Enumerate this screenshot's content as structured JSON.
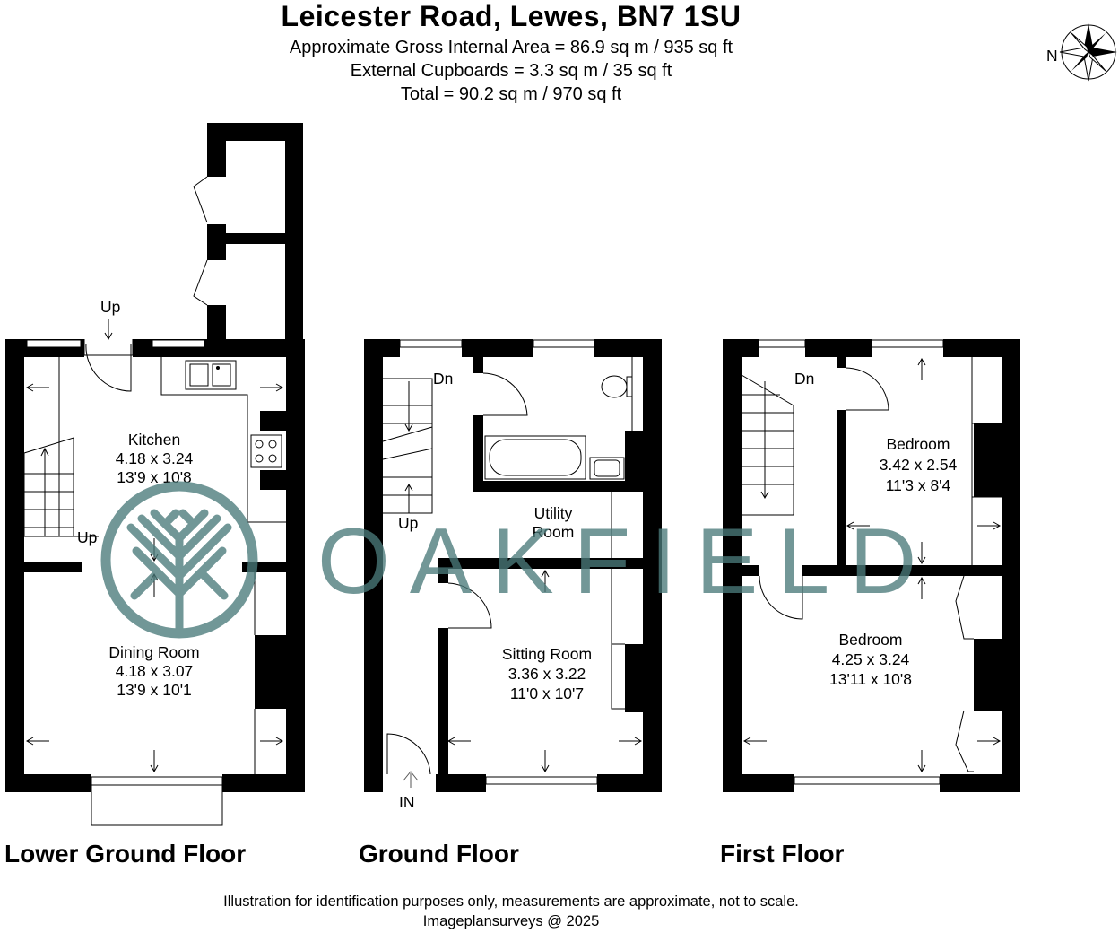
{
  "header": {
    "title": "Leicester Road, Lewes, BN7 1SU",
    "line1": "Approximate Gross Internal Area = 86.9 sq m / 935 sq ft",
    "line2": "External Cupboards = 3.3 sq m / 35 sq ft",
    "line3": "Total = 90.2 sq m / 970 sq ft"
  },
  "compass": {
    "label": "N"
  },
  "watermark": {
    "text": "OAKFIELD",
    "color": "#4a7a7a"
  },
  "floors": {
    "lower": {
      "label": "Lower Ground Floor",
      "rooms": {
        "kitchen": {
          "name": "Kitchen",
          "metric": "4.18 x 3.24",
          "imperial": "13'9 x 10'8"
        },
        "dining": {
          "name": "Dining Room",
          "metric": "4.18 x 3.07",
          "imperial": "13'9 x 10'1"
        }
      },
      "stairs_up": "Up",
      "door_up": "Up"
    },
    "ground": {
      "label": "Ground Floor",
      "rooms": {
        "utility": {
          "name1": "Utility",
          "name2": "Room"
        },
        "sitting": {
          "name": "Sitting Room",
          "metric": "3.36 x 3.22",
          "imperial": "11'0 x 10'7"
        }
      },
      "stairs_dn": "Dn",
      "stairs_up": "Up",
      "entrance": "IN"
    },
    "first": {
      "label": "First Floor",
      "rooms": {
        "bedroom1": {
          "name": "Bedroom",
          "metric": "3.42 x 2.54",
          "imperial": "11'3 x 8'4"
        },
        "bedroom2": {
          "name": "Bedroom",
          "metric": "4.25 x 3.24",
          "imperial": "13'11 x 10'8"
        }
      },
      "stairs_dn": "Dn"
    }
  },
  "footer": {
    "line1": "Illustration for identification purposes only, measurements are approximate, not to scale.",
    "line2": "Imageplansurveys @ 2025"
  }
}
